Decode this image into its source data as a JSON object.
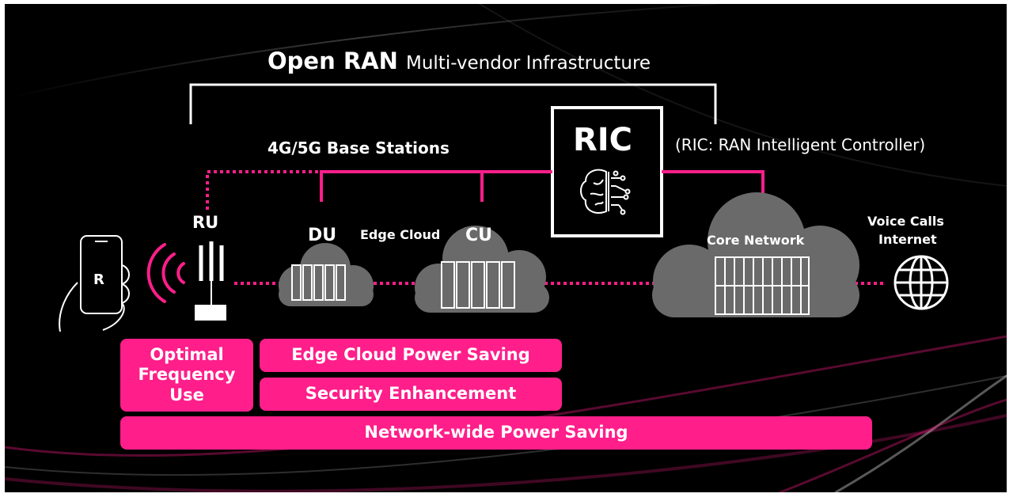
{
  "title": {
    "bold": "Open RAN",
    "rest": "Multi-vendor Infrastructure"
  },
  "ric": {
    "label": "RIC",
    "note": "(RIC: RAN Intelligent Controller)"
  },
  "base_stations_label": "4G/5G Base Stations",
  "nodes": {
    "ru": "RU",
    "du": "DU",
    "edge_cloud": "Edge Cloud",
    "cu": "CU",
    "core_network": "Core Network",
    "voice_calls": "Voice Calls",
    "internet": "Internet"
  },
  "phone_logo": "R",
  "benefits": {
    "optimal_frequency": "Optimal Frequency Use",
    "edge_power": "Edge Cloud Power Saving",
    "security": "Security Enhancement",
    "network_power": "Network-wide Power Saving"
  },
  "colors": {
    "accent": "#ff1e8a",
    "background": "#000000",
    "cloud": "#6a6a6a"
  }
}
